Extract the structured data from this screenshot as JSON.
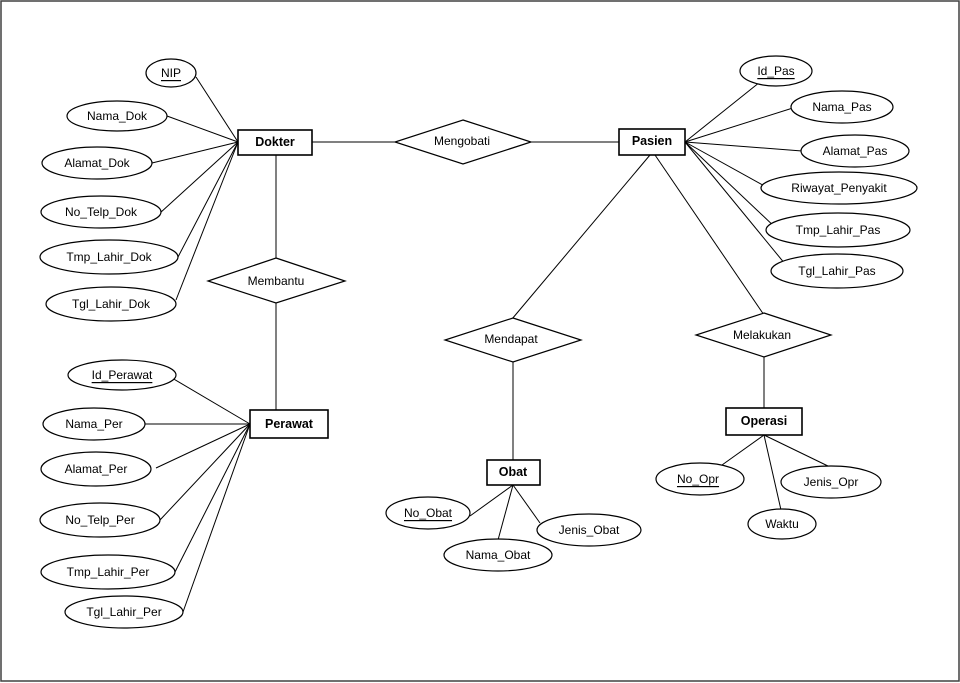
{
  "entities": {
    "dokter": "Dokter",
    "pasien": "Pasien",
    "perawat": "Perawat",
    "obat": "Obat",
    "operasi": "Operasi"
  },
  "relationships": {
    "mengobati": "Mengobati",
    "membantu": "Membantu",
    "mendapat": "Mendapat",
    "melakukan": "Melakukan"
  },
  "attributes": {
    "nip": "NIP",
    "nama_dok": "Nama_Dok",
    "alamat_dok": "Alamat_Dok",
    "no_telp_dok": "No_Telp_Dok",
    "tmp_lahir_dok": "Tmp_Lahir_Dok",
    "tgl_lahir_dok": "Tgl_Lahir_Dok",
    "id_pas": "Id_Pas",
    "nama_pas": "Nama_Pas",
    "alamat_pas": "Alamat_Pas",
    "riwayat_penyakit": "Riwayat_Penyakit",
    "tmp_lahir_pas": "Tmp_Lahir_Pas",
    "tgl_lahir_pas": "Tgl_Lahir_Pas",
    "id_perawat": "Id_Perawat",
    "nama_per": "Nama_Per",
    "alamat_per": "Alamat_Per",
    "no_telp_per": "No_Telp_Per",
    "tmp_lahir_per": "Tmp_Lahir_Per",
    "tgl_lahir_per": "Tgl_Lahir_Per",
    "no_obat": "No_Obat",
    "nama_obat": "Nama_Obat",
    "jenis_obat": "Jenis_Obat",
    "no_opr": "No_Opr",
    "waktu": "Waktu",
    "jenis_opr": "Jenis_Opr"
  }
}
